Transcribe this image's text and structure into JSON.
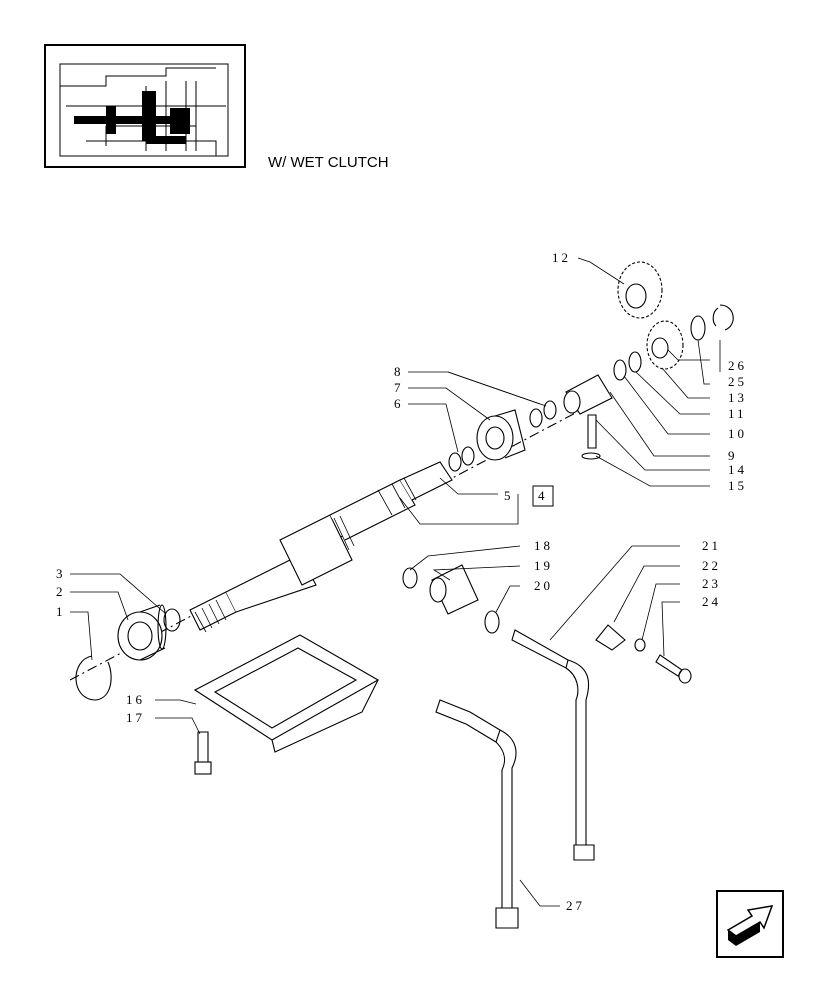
{
  "caption": "W/ WET CLUTCH",
  "icons": {
    "thumbnail": "transmission-location-thumbnail",
    "nav": "previous-page-arrow-icon"
  },
  "labels": {
    "l1": "1",
    "l2": "2",
    "l3": "3",
    "l4": "4",
    "l5": "5",
    "l6": "6",
    "l7": "7",
    "l8": "8",
    "l9": "9",
    "l10": "10",
    "l11": "11",
    "l12": "12",
    "l13": "13",
    "l14": "14",
    "l15": "15",
    "l16": "16",
    "l17": "17",
    "l18": "18",
    "l19": "19",
    "l20": "20",
    "l21": "21",
    "l22": "22",
    "l23": "23",
    "l24": "24",
    "l25": "25",
    "l26": "26",
    "l27": "27"
  }
}
